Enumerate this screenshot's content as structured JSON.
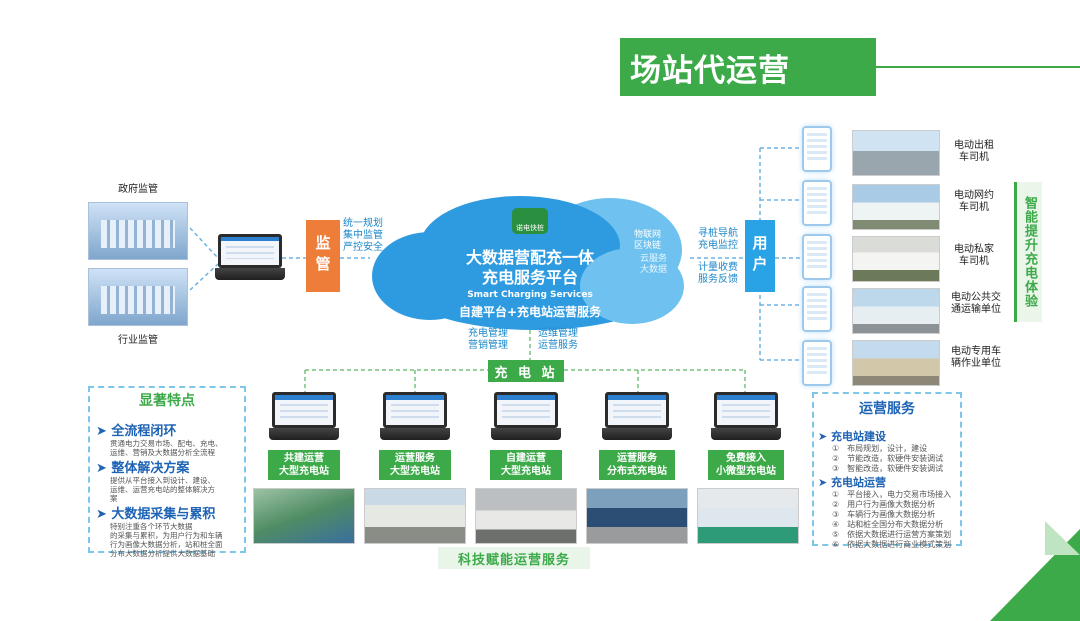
{
  "title": "场站代运营",
  "left": {
    "gov": "政府监管",
    "industry": "行业监管",
    "supervise": "监管",
    "supervise_notes": [
      "统一规划",
      "集中监管",
      "严控安全"
    ]
  },
  "cloud": {
    "logo_text": "诺电快桩",
    "main1": "大数据营配充一体",
    "main2": "充电服务平台",
    "en": "Smart Charging Services",
    "sub": "自建平台+充电站运营服务",
    "iot": [
      "物联网",
      "区块链"
    ],
    "cloud_service": [
      "云服务",
      "大数据"
    ]
  },
  "right": {
    "user": "用户",
    "notes1": [
      "寻桩导航",
      "充电监控"
    ],
    "notes2": [
      "计量收费",
      "服务反馈"
    ],
    "vertical": "智能提升充电体验",
    "users": [
      [
        "电动出租",
        "车司机"
      ],
      [
        "电动网约",
        "车司机"
      ],
      [
        "电动私家",
        "车司机"
      ],
      [
        "电动公共交",
        "通运输单位"
      ],
      [
        "电动专用车",
        "辆作业单位"
      ]
    ]
  },
  "mid": {
    "notes_left": [
      "充电管理",
      "营销管理"
    ],
    "notes_right": [
      "运维管理",
      "运营服务"
    ],
    "station": "充 电 站",
    "stations": [
      [
        "共建运营",
        "大型充电站"
      ],
      [
        "运营服务",
        "大型充电站"
      ],
      [
        "自建运营",
        "大型充电站"
      ],
      [
        "运营服务",
        "分布式充电站"
      ],
      [
        "免费接入",
        "小微型充电站"
      ]
    ],
    "bottom": "科技赋能运营服务"
  },
  "features": {
    "title": "显著特点",
    "items": [
      {
        "h": "全流程闭环",
        "p": [
          "贯通电力交易市场、配电、充电、",
          "运维、营销及大数据分析全流程"
        ]
      },
      {
        "h": "整体解决方案",
        "p": [
          "提供从平台接入到设计、建设、",
          "运维、运营充电站的整体解决方",
          "案"
        ]
      },
      {
        "h": "大数据采集与累积",
        "p": [
          "特别注重各个环节大数据",
          "的采集与累积，为用户行为和车辆",
          "行为画像大数据分析，站和桩全面",
          "分布大数据分析提供大数据基础"
        ]
      }
    ]
  },
  "services": {
    "title": "运营服务",
    "g1": "充电站建设",
    "g1_items": [
      "①　布局规划，设计，建设",
      "②　节能改造，软硬件安装调试",
      "③　智能改造，软硬件安装调试"
    ],
    "g2": "充电站运营",
    "g2_items": [
      "①　平台接入，电力交易市场接入",
      "②　用户行为画像大数据分析",
      "③　车辆行为画像大数据分析",
      "④　站和桩全国分布大数据分析",
      "⑤　依据大数据进行运营方案策划",
      "⑥　依据大数据进行商业模式策划"
    ]
  },
  "colors": {
    "green": "#3daa4a",
    "orange": "#ef7d3a",
    "blue": "#29a3e6",
    "navy": "#1e63b4"
  }
}
